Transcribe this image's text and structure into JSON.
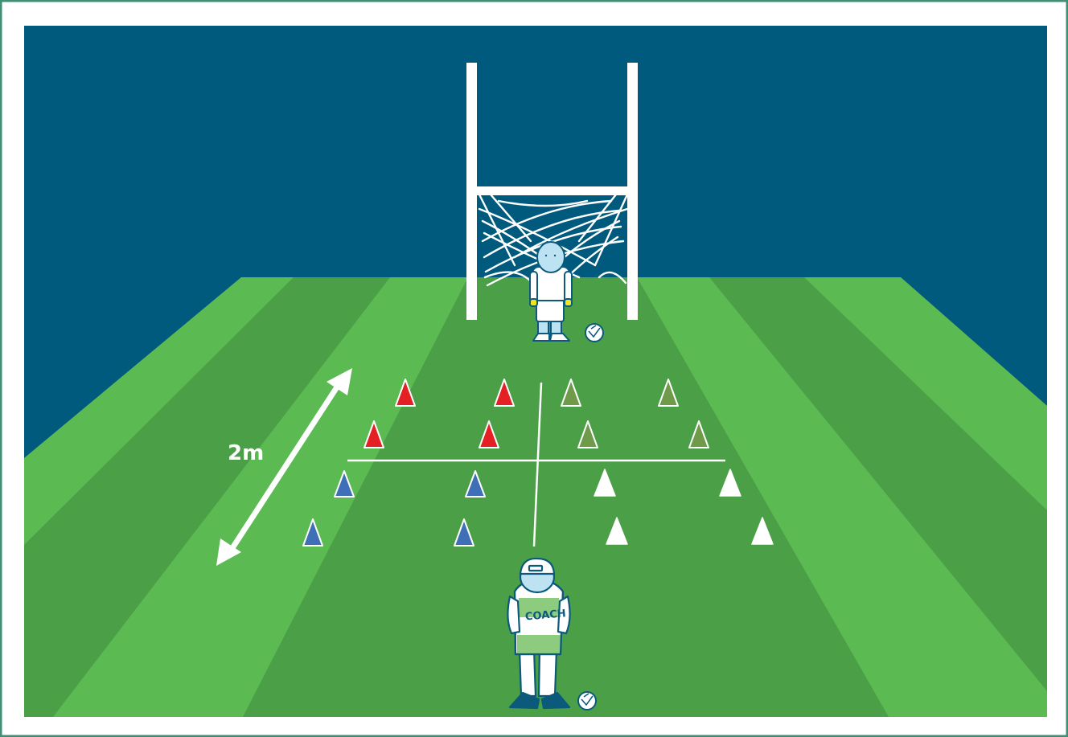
{
  "diagram": {
    "distance_label": "2m",
    "coach_label": "COACH",
    "colors": {
      "sky": "#005a7d",
      "pitch_light": "#5cba52",
      "pitch_dark": "#4a9f47",
      "outline": "#0b5a7c",
      "cone_red": "#e42025",
      "cone_olive": "#6e9a4a",
      "cone_blue": "#3f6fb6",
      "cone_white": "#ffffff"
    },
    "cone_groups": [
      {
        "name": "red",
        "color": "cone_red",
        "count": 4
      },
      {
        "name": "olive",
        "color": "cone_olive",
        "count": 4
      },
      {
        "name": "blue",
        "color": "cone_blue",
        "count": 4
      },
      {
        "name": "white",
        "color": "cone_white",
        "count": 4
      }
    ],
    "players": [
      {
        "role": "goalkeeper",
        "icon": "goalkeeper-figure"
      },
      {
        "role": "coach",
        "icon": "coach-figure"
      }
    ],
    "icons": [
      "goalpost-icon",
      "net-icon",
      "ball-icon",
      "double-arrow-icon",
      "cone-icon"
    ]
  }
}
